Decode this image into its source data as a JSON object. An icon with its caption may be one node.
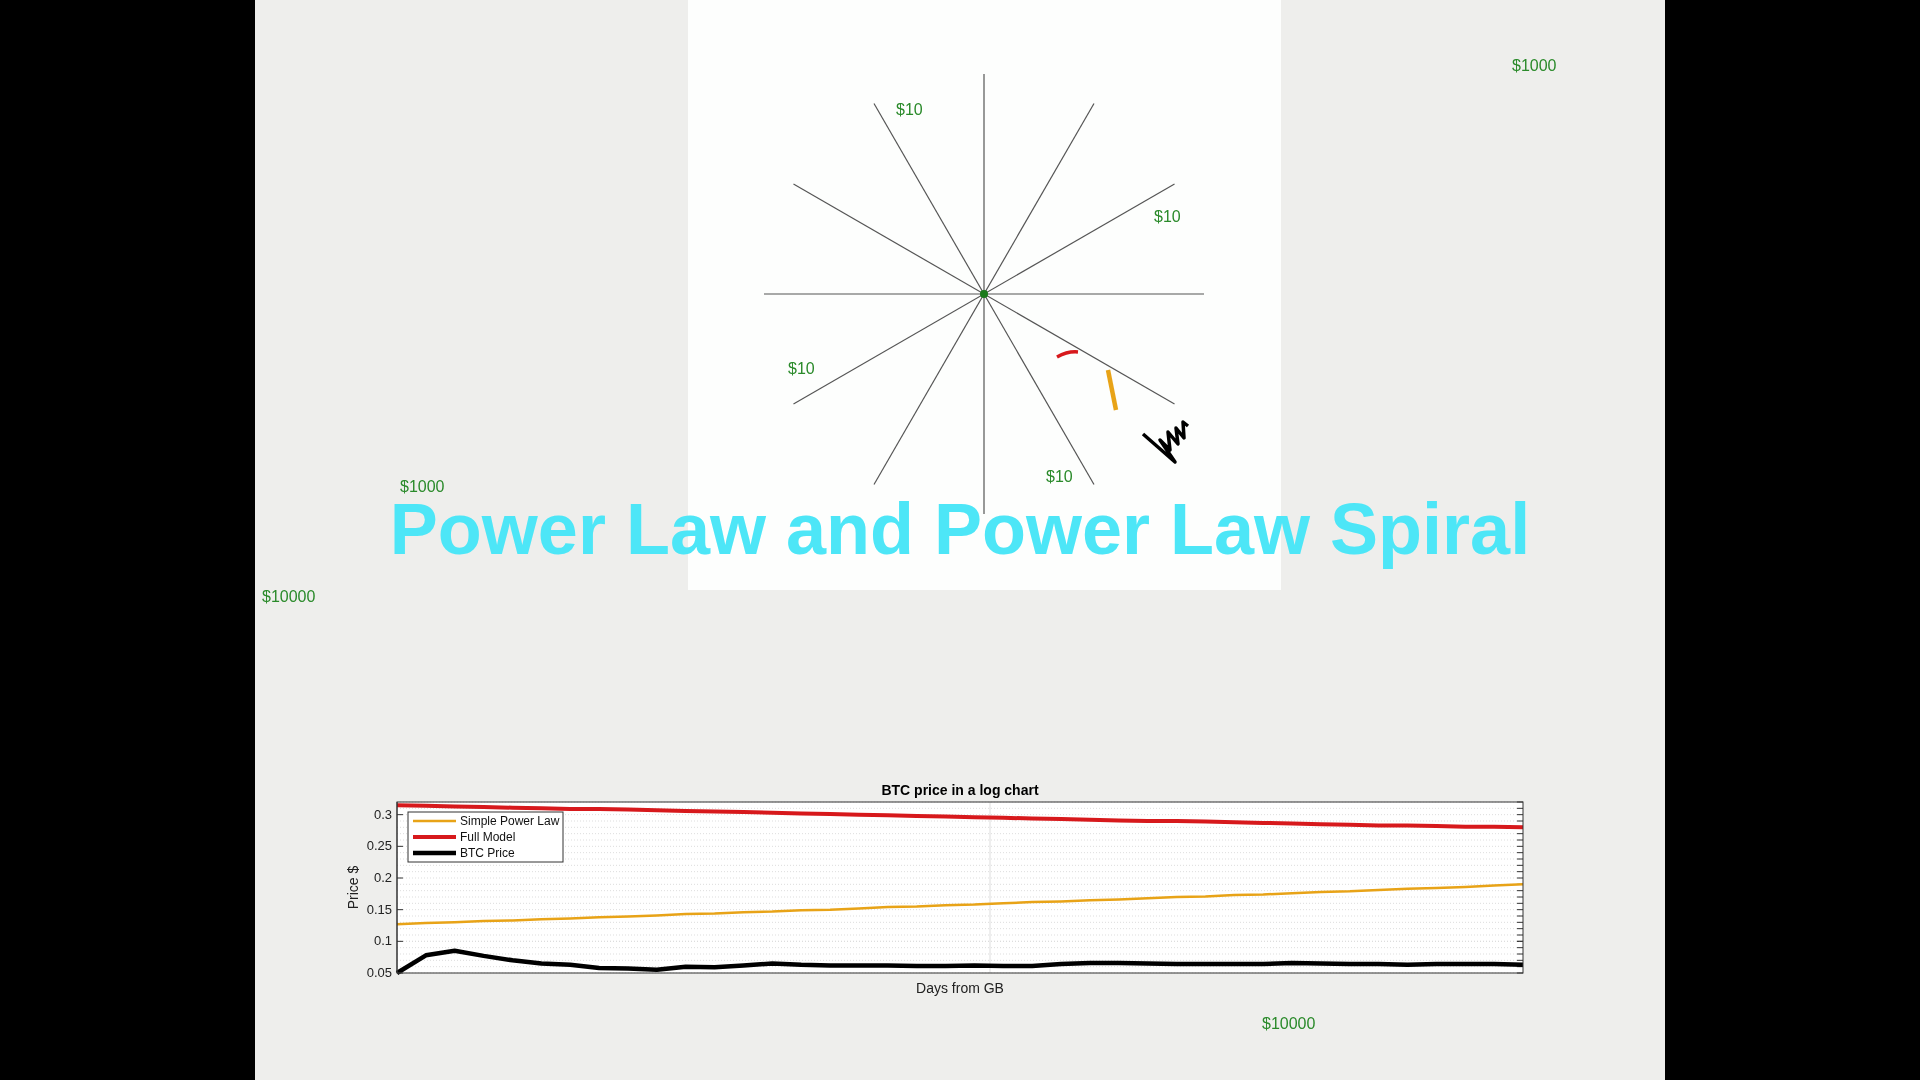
{
  "diagram": {
    "title": "Power Law and Power Law Spiral",
    "labels": [
      "$1000",
      "$10",
      "$10",
      "$10",
      "$10",
      "$1000",
      "$10000",
      "$10000"
    ],
    "chart_data": {
      "type": "line",
      "title": "BTC price in a log chart",
      "xlabel": "Days from GB",
      "ylabel": "Price $",
      "grid": true,
      "legend": "upper left",
      "ylim": [
        0.05,
        0.32
      ],
      "yticks": [
        {
          "value": 0.05,
          "label": "0.05"
        },
        {
          "value": 0.1,
          "label": "0.1"
        },
        {
          "value": 0.15,
          "label": "0.15"
        },
        {
          "value": 0.2,
          "label": "0.2"
        },
        {
          "value": 0.25,
          "label": "0.25"
        },
        {
          "value": 0.3,
          "label": "0.3"
        }
      ],
      "series": [
        {
          "name": "Simple Power Law",
          "color": "#e8a317",
          "values": [
            0.127,
            0.129,
            0.13,
            0.132,
            0.133,
            0.135,
            0.136,
            0.138,
            0.139,
            0.141,
            0.143,
            0.144,
            0.146,
            0.147,
            0.149,
            0.15,
            0.152,
            0.154,
            0.155,
            0.157,
            0.158,
            0.16,
            0.162,
            0.163,
            0.165,
            0.166,
            0.168,
            0.17,
            0.171,
            0.173,
            0.174,
            0.176,
            0.178,
            0.179,
            0.181,
            0.183,
            0.184,
            0.186,
            0.188,
            0.19
          ]
        },
        {
          "name": "Full Model",
          "color": "#d7191c",
          "values": [
            0.315,
            0.314,
            0.313,
            0.312,
            0.311,
            0.31,
            0.309,
            0.309,
            0.308,
            0.307,
            0.306,
            0.305,
            0.304,
            0.303,
            0.302,
            0.301,
            0.3,
            0.299,
            0.298,
            0.297,
            0.296,
            0.295,
            0.294,
            0.293,
            0.292,
            0.291,
            0.29,
            0.29,
            0.289,
            0.288,
            0.287,
            0.286,
            0.285,
            0.284,
            0.283,
            0.283,
            0.282,
            0.281,
            0.281,
            0.28
          ]
        },
        {
          "name": "BTC Price",
          "color": "#000000",
          "values": [
            0.05,
            0.078,
            0.085,
            0.077,
            0.07,
            0.065,
            0.063,
            0.058,
            0.057,
            0.055,
            0.06,
            0.059,
            0.062,
            0.065,
            0.063,
            0.062,
            0.062,
            0.062,
            0.061,
            0.061,
            0.062,
            0.061,
            0.061,
            0.064,
            0.066,
            0.066,
            0.065,
            0.064,
            0.064,
            0.064,
            0.064,
            0.066,
            0.065,
            0.064,
            0.064,
            0.063,
            0.064,
            0.064,
            0.064,
            0.063
          ]
        }
      ]
    }
  }
}
